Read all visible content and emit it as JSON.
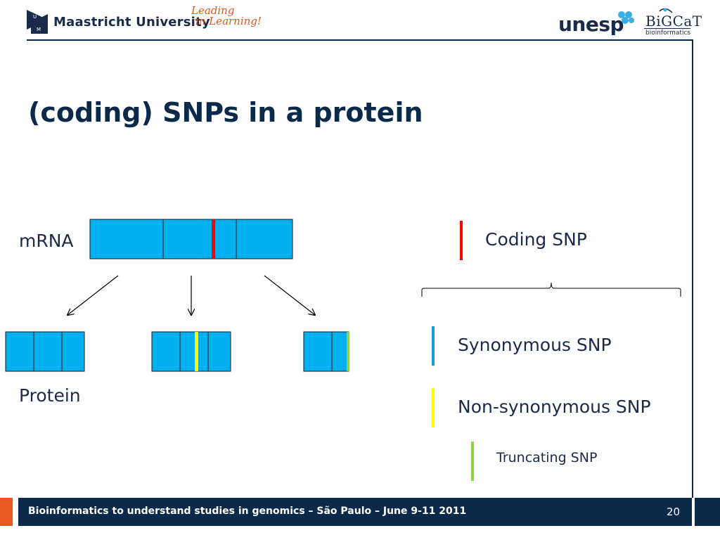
{
  "header": {
    "university_name": "Maastricht University",
    "slogan_line1": "Leading",
    "slogan_line2": "in Learning!",
    "partner_name": "unesp",
    "bigcat_name": "BiGCaT",
    "bigcat_sub": "bioinformatics"
  },
  "slide": {
    "title": "(coding) SNPs in a protein"
  },
  "diagram": {
    "mrna_label": "mRNA",
    "protein_label": "Protein",
    "legend": {
      "coding_snp": "Coding SNP",
      "synonymous_snp": "Synonymous SNP",
      "non_synonymous_snp": "Non-synonymous SNP",
      "truncating_snp": "Truncating SNP"
    },
    "colors": {
      "block_fill": "#00b0f0",
      "coding": "#ff0000",
      "synonymous": "#1f9ad8",
      "non_synonymous": "#ffff00",
      "truncating": "#92d050"
    }
  },
  "footer": {
    "text": "Bioinformatics to understand studies in genomics – São Paulo – June 9-11 2011",
    "page_number": "20"
  }
}
